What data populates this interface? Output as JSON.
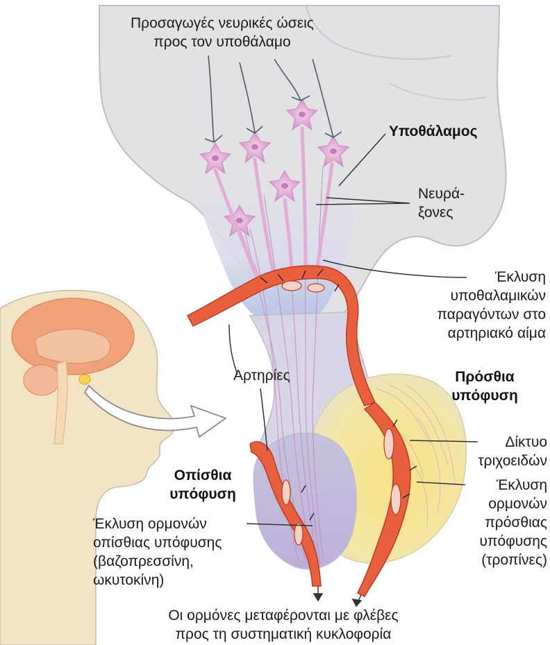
{
  "labels": {
    "afferent": [
      "Προσαγωγές νευρικές ώσεις",
      "προς τον υποθάλαμο"
    ],
    "hypothalamus": "Υποθάλαμος",
    "axons": [
      "Νευρά-",
      "ξονες"
    ],
    "release_hypothalamic": [
      "Έκλυση",
      "υποθαλαμικών",
      "παραγόντων στο",
      "αρτηριακό αίμα"
    ],
    "arteries": "Αρτηρίες",
    "anterior_pituitary": [
      "Πρόσθια",
      "υπόφυση"
    ],
    "capillary_network": [
      "Δίκτυο",
      "τριχοειδών"
    ],
    "posterior_pituitary": [
      "Οπίσθια",
      "υπόφυση"
    ],
    "release_anterior": [
      "Έκλυση",
      "ορμονών",
      "πρόσθιας",
      "υπόφυσης",
      "(τροπίνες)"
    ],
    "release_posterior": [
      "Έκλυση ορμονών",
      "οπίσθιας υπόφυσης",
      "(βαζοπρεσσίνη,",
      "ωκυτοκίνη)"
    ],
    "transport": [
      "Οι ορμόνες μεταφέρονται με φλέβες",
      "προς τη συστηματική κυκλοφορία"
    ]
  },
  "colors": {
    "brain_tissue": "#e3e3e5",
    "brain_shadow": "#c9c9cc",
    "neuron": "#e9b6de",
    "neuron_nucleus": "#c27cb7",
    "vessel": "#e9603f",
    "vessel_dark": "#b83a22",
    "anterior_lobe": "#f5e27a",
    "posterior_lobe": "#c7b3d9",
    "hypothalamus_blue": "#b9c6e6",
    "skin": "#f1e3c2",
    "brain_small": "#f0a27a"
  }
}
